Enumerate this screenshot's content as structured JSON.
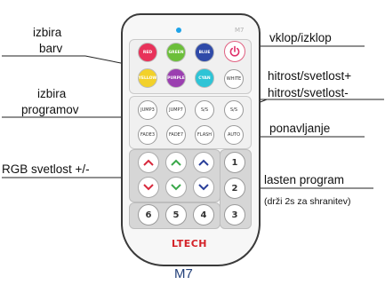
{
  "labels": {
    "izbira_barv_1": "izbira",
    "izbira_barv_2": "barv",
    "izbira_programov_1": "izbira",
    "izbira_programov_2": "programov",
    "rgb_svetlost": "RGB svetlost +/-",
    "vklop_izklop": "vklop/izklop",
    "hitrost_plus": "hitrost/svetlost+",
    "hitrost_minus": "hitrost/svetlost-",
    "ponavljanje": "ponavljanje",
    "lasten_program": "lasten program",
    "drzi_2s": "(drži 2s za shranitev)"
  },
  "remote": {
    "model_small": "M7",
    "brand": "LTECH",
    "caption": "M7",
    "power_icon": "power-icon",
    "led_color": "#1ea3e8",
    "color_buttons_row1": [
      {
        "label": "RED",
        "color": "#e8325a"
      },
      {
        "label": "GREEN",
        "color": "#6cbf3a"
      },
      {
        "label": "BLUE",
        "color": "#2f4aa8"
      }
    ],
    "color_buttons_row2": [
      {
        "label": "YELLOW",
        "color": "#f2d12a"
      },
      {
        "label": "PURPLE",
        "color": "#9b3fb0"
      },
      {
        "label": "CYAN",
        "color": "#2ec4d6"
      }
    ],
    "white_button": "WHITE",
    "program_row1": [
      "JUMP3",
      "JUMP7",
      "S/S",
      "S/S"
    ],
    "program_row2": [
      "FADE3",
      "FADE7",
      "FLASH",
      "AUTO"
    ],
    "num_right": [
      "1",
      "2",
      "3"
    ],
    "num_bottom": [
      "6",
      "5",
      "4"
    ],
    "arrow_colors": {
      "red": "#d8283c",
      "green": "#3aa84a",
      "blue": "#2a3f9a"
    }
  }
}
